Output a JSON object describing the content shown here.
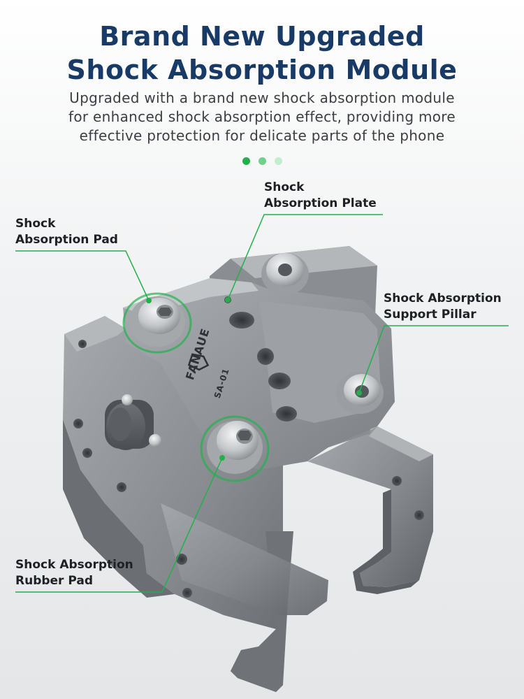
{
  "heading": {
    "title_line1": "Brand New Upgraded",
    "title_line2": "Shock Absorption Module",
    "subtitle_line1": "Upgraded with a brand new shock absorption module",
    "subtitle_line2": "for enhanced shock absorption effect, providing more",
    "subtitle_line3": "effective protection for delicate parts of the phone"
  },
  "pager": {
    "count": 3,
    "active_index": 0
  },
  "callouts": {
    "plate": {
      "line1": "Shock",
      "line2": "Absorption Plate"
    },
    "pad": {
      "line1": "Shock",
      "line2": "Absorption Pad"
    },
    "pillar": {
      "line1": "Shock Absorption",
      "line2": "Support Pillar"
    },
    "rubber": {
      "line1": "Shock Absorption",
      "line2": "Rubber Pad"
    }
  },
  "product": {
    "brand_mark": "FANAUE",
    "model": "SA-01"
  },
  "colors": {
    "title": "#183a66",
    "accent_green": "#22b04b",
    "metal": "#8e9296"
  }
}
